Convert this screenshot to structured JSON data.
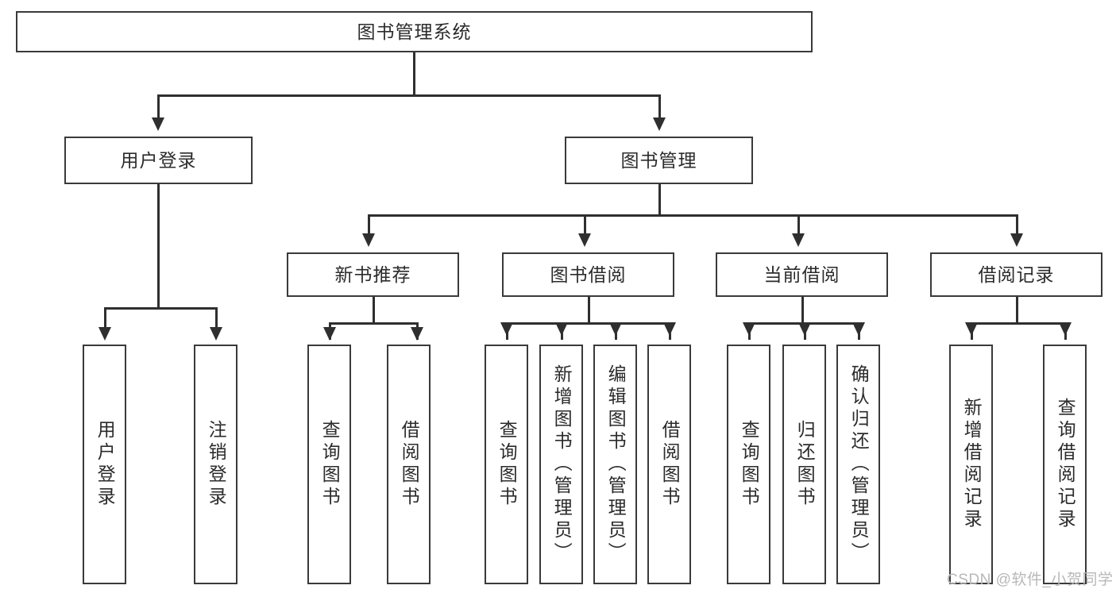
{
  "diagram": {
    "type": "hierarchy-tree",
    "title_node": {
      "label": "图书管理系统"
    },
    "level2": [
      {
        "id": "user-login",
        "label": "用户登录"
      },
      {
        "id": "book-manage",
        "label": "图书管理"
      }
    ],
    "level3": [
      {
        "id": "new-book-recommend",
        "label": "新书推荐",
        "parent": "book-manage"
      },
      {
        "id": "book-borrow",
        "label": "图书借阅",
        "parent": "book-manage"
      },
      {
        "id": "current-borrow",
        "label": "当前借阅",
        "parent": "book-manage"
      },
      {
        "id": "borrow-record",
        "label": "借阅记录",
        "parent": "book-manage"
      }
    ],
    "leaves": {
      "user-login": [
        {
          "id": "leaf-user-login",
          "label": "用户登录"
        },
        {
          "id": "leaf-logout",
          "label": "注销登录"
        }
      ],
      "new-book-recommend": [
        {
          "id": "leaf-query-book-1",
          "label": "查询图书"
        },
        {
          "id": "leaf-borrow-book-1",
          "label": "借阅图书"
        }
      ],
      "book-borrow": [
        {
          "id": "leaf-query-book-2",
          "label": "查询图书"
        },
        {
          "id": "leaf-add-book",
          "label": "新增图书（管理员）"
        },
        {
          "id": "leaf-edit-book",
          "label": "编辑图书（管理员）"
        },
        {
          "id": "leaf-borrow-book-2",
          "label": "借阅图书"
        }
      ],
      "current-borrow": [
        {
          "id": "leaf-query-book-3",
          "label": "查询图书"
        },
        {
          "id": "leaf-return-book",
          "label": "归还图书"
        },
        {
          "id": "leaf-confirm-return",
          "label": "确认归还（管理员）"
        }
      ],
      "borrow-record": [
        {
          "id": "leaf-add-record",
          "label": "新增借阅记录"
        },
        {
          "id": "leaf-query-record",
          "label": "查询借阅记录"
        }
      ]
    }
  },
  "watermark": {
    "text": "CSDN @软件_小贺同学"
  },
  "colors": {
    "box_border": "#3a3a3a",
    "connector": "#2f2f2f",
    "background": "#ffffff",
    "text": "#2b2b2b",
    "watermark": "#b8b8b8"
  }
}
